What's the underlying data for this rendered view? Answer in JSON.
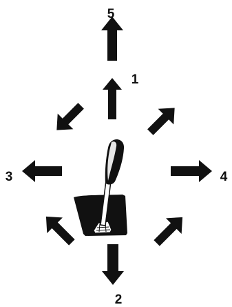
{
  "labels": {
    "up_far": "5",
    "up_near": "1",
    "left": "3",
    "right": "4",
    "down": "2"
  },
  "colors": {
    "ink": "#111111",
    "background": "#ffffff",
    "grip_highlight": "#e6e6e6"
  },
  "icons": {
    "lever": "joystick-lever-icon",
    "arrows": [
      "arrow-up-icon",
      "arrow-up-left-icon",
      "arrow-up-right-icon",
      "arrow-left-icon",
      "arrow-right-icon",
      "arrow-down-left-icon",
      "arrow-down-right-icon",
      "arrow-down-icon"
    ]
  }
}
